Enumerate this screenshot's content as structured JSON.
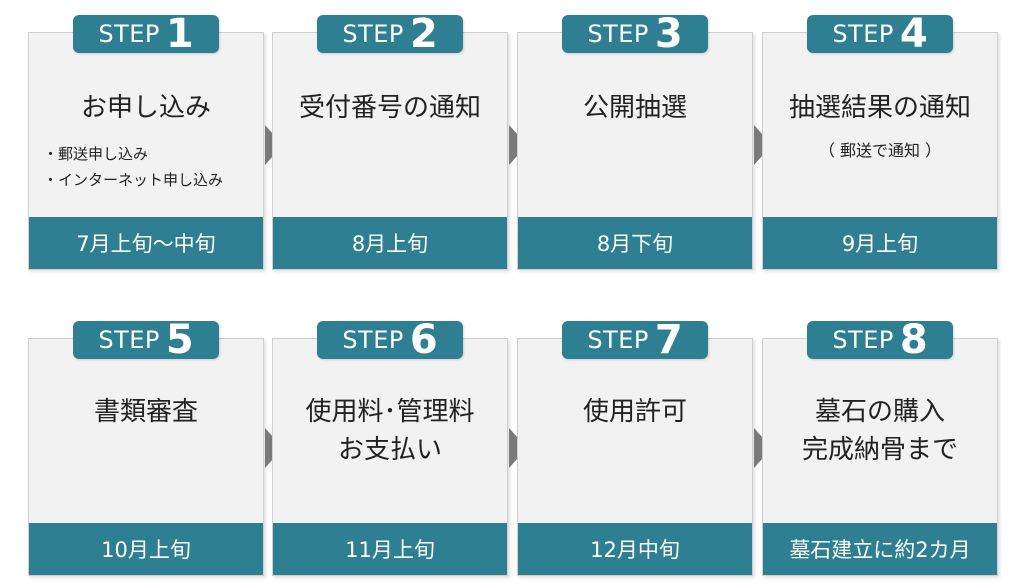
{
  "steps": [
    {
      "word": "STEP",
      "num": "1",
      "title": "お申し込み",
      "items": [
        "郵送申し込み",
        "インターネット申し込み"
      ],
      "period": "7月上旬～中旬"
    },
    {
      "word": "STEP",
      "num": "2",
      "title": "受付番号の通知",
      "period": "8月上旬"
    },
    {
      "word": "STEP",
      "num": "3",
      "title": "公開抽選",
      "period": "8月下旬"
    },
    {
      "word": "STEP",
      "num": "4",
      "title": "抽選結果の通知",
      "note": "（ 郵送で通知 ）",
      "period": "9月上旬"
    },
    {
      "word": "STEP",
      "num": "5",
      "title": "書類審査",
      "period": "10月上旬"
    },
    {
      "word": "STEP",
      "num": "6",
      "title": "使用料･管理料\nお支払い",
      "period": "11月上旬"
    },
    {
      "word": "STEP",
      "num": "7",
      "title": "使用許可",
      "period": "12月中旬"
    },
    {
      "word": "STEP",
      "num": "8",
      "title": "墓石の購入\n完成納骨まで",
      "period": "墓石建立に約2カ月"
    }
  ],
  "colors": {
    "accent": "#2f7f92",
    "arrow": "#7a7a7a",
    "card": "#f2f2f2"
  }
}
